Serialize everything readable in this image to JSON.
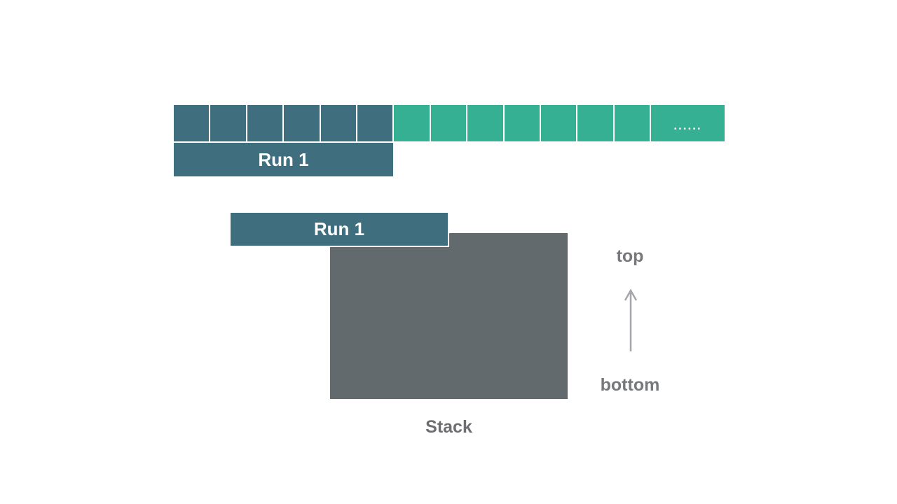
{
  "slide": {
    "background": "#ffffff"
  },
  "colors": {
    "run_segment": "#3F6E7F",
    "rest_segment": "#35B093",
    "stack_rect": "#626A6D",
    "caption_text": "#6D6E71",
    "side_label_text": "#77787B",
    "arrow": "#A5A6AC",
    "bar_text": "#FFFFFF"
  },
  "array_strip": {
    "run_cell_count": 6,
    "rest_cell_count": 7,
    "overflow_cell_label": "......"
  },
  "labels": {
    "run_top": "Run 1",
    "run_stacked": "Run 1",
    "stack_caption": "Stack",
    "stack_top": "top",
    "stack_bottom": "bottom"
  }
}
